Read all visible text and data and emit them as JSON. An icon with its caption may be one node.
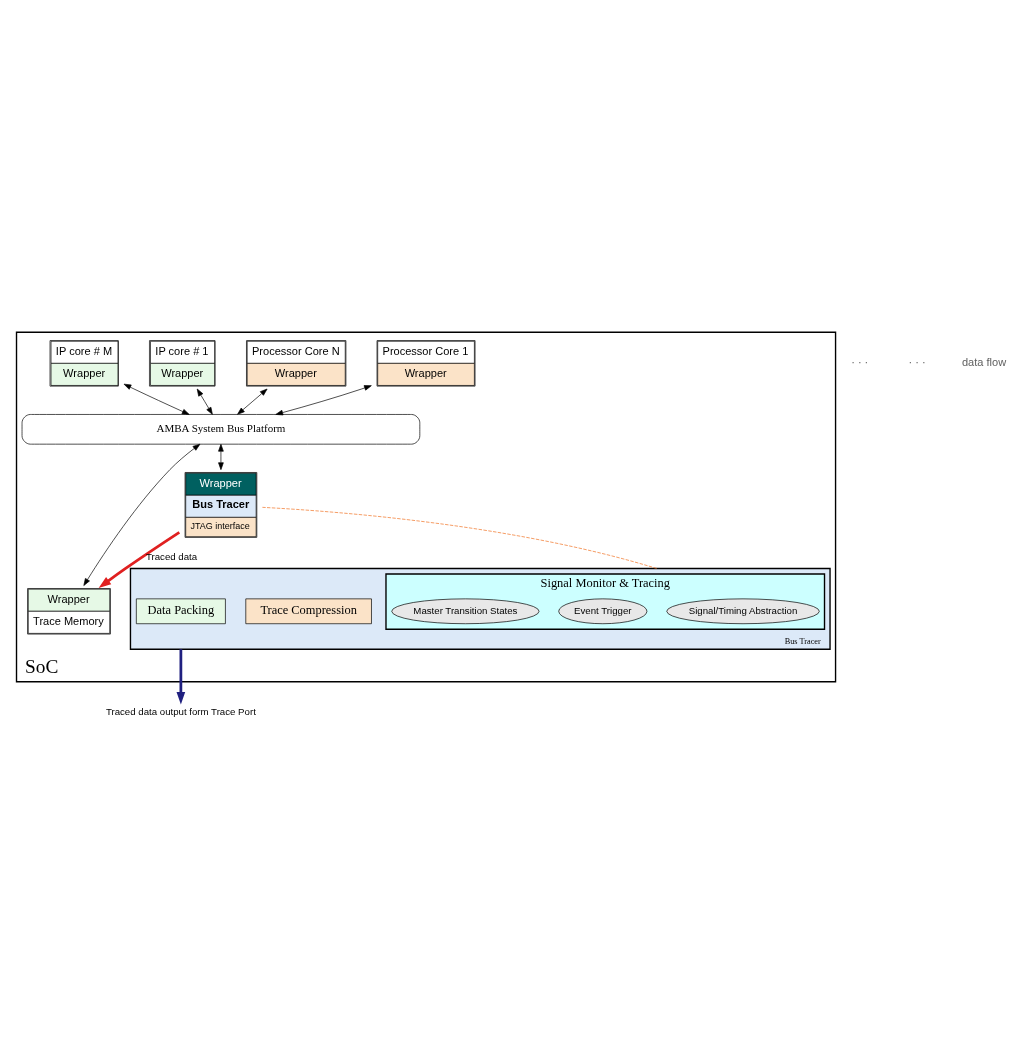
{
  "diagram": {
    "nodes": [
      {
        "text": [
          "SoC"
        ]
      },
      {
        "text": [
          "Processor Core 1",
          "Wrapper"
        ],
        "in": 0
      },
      {
        "text": [
          "Processor Core N",
          "Wrapper"
        ],
        "in": 0
      },
      {
        "text": [
          "IP core # 1",
          "Wrapper"
        ],
        "in": 0
      },
      {
        "text": [
          "IP core # M",
          "Wrapper"
        ],
        "in": 0
      },
      {
        "text": [
          "AMBA System Bus Platform"
        ],
        "in": 0
      },
      {
        "text": [
          "Wrapper",
          "Trace Memory"
        ],
        "in": 0
      },
      {
        "text": [
          "Wrapper",
          "Bus Tracer",
          "JTAG interface"
        ],
        "in": 0
      },
      {
        "text": [
          "Bus Tracer"
        ],
        "in": 0
      },
      {
        "text": [
          "Signal Monitor & Tracing"
        ],
        "in": 8
      },
      {
        "text": [
          "Signal/Timing Abstraction"
        ],
        "in": 9
      },
      {
        "text": [
          "Event Trigger"
        ],
        "in": 9
      },
      {
        "text": [
          "Master Transition States"
        ],
        "in": 9
      },
      {
        "text": [
          "Trace Compression"
        ],
        "in": 8
      },
      {
        "text": [
          "Data Packing"
        ],
        "in": 8
      },
      {
        "text": [
          "Traced data output form Trace Port"
        ]
      }
    ],
    "edges": [
      {
        "from": 1,
        "to": 5,
        "arrow": "both"
      },
      {
        "from": 2,
        "to": 5,
        "arrow": "both"
      },
      {
        "from": 3,
        "to": 5,
        "arrow": "both"
      },
      {
        "from": 4,
        "to": 5,
        "arrow": "both"
      },
      {
        "from": 5,
        "to": 6,
        "arrow": "both"
      },
      {
        "from": 5,
        "to": 7,
        "arrow": "both"
      },
      {
        "from": 7,
        "to": 6,
        "arrow": "to",
        "label": "Traced data",
        "style": "thick",
        "color": "#e02020"
      },
      {
        "from": 7,
        "to": 8,
        "arrow": "none",
        "style": "dashed",
        "color": "#f07020"
      },
      {
        "from": 8,
        "to": 15,
        "arrow": "to",
        "style": "thick",
        "color": "#202080"
      }
    ],
    "labels": [
      "· · ·",
      "· · ·",
      "data flow"
    ]
  }
}
